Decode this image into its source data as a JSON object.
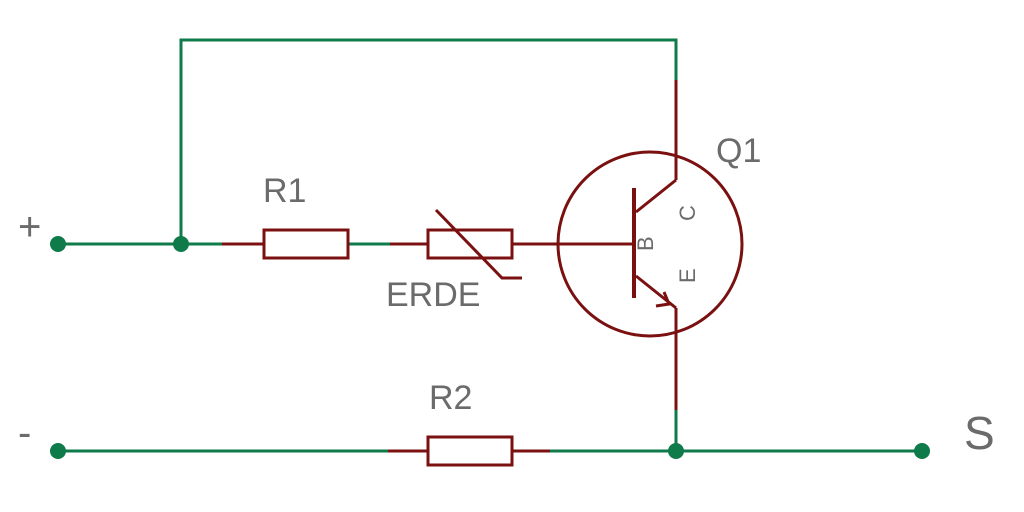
{
  "colors": {
    "wire": "#0f7a4a",
    "component": "#7a1010",
    "text": "#6b6b6b",
    "background": "#ffffff"
  },
  "terminals": {
    "plus": "+",
    "minus": "-",
    "signal": "S"
  },
  "components": {
    "r1": {
      "label": "R1"
    },
    "r2": {
      "label": "R2"
    },
    "sensor": {
      "label": "ERDE"
    },
    "transistor": {
      "label": "Q1",
      "pin_base": "B",
      "pin_collector": "C",
      "pin_emitter": "E"
    }
  }
}
